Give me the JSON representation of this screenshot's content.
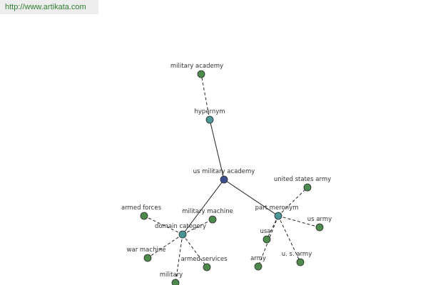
{
  "header": {
    "url": "http://www.artikata.com"
  },
  "colors": {
    "center": "#3d4f91",
    "relation": "#4a9596",
    "leaf": "#4e8a4e"
  },
  "nodes": [
    {
      "id": "center",
      "label": "us military academy",
      "kind": "center"
    },
    {
      "id": "hypernym",
      "label": "hypernym",
      "kind": "relation"
    },
    {
      "id": "part_meronym",
      "label": "part meronym",
      "kind": "relation"
    },
    {
      "id": "domain_category",
      "label": "domain category",
      "kind": "relation"
    },
    {
      "id": "military_academy",
      "label": "military academy",
      "kind": "leaf"
    },
    {
      "id": "united_states_army",
      "label": "united states army",
      "kind": "leaf"
    },
    {
      "id": "us_army",
      "label": "us army",
      "kind": "leaf"
    },
    {
      "id": "usa",
      "label": "usa",
      "kind": "leaf"
    },
    {
      "id": "army",
      "label": "army",
      "kind": "leaf"
    },
    {
      "id": "u_s_army",
      "label": "u. s. army",
      "kind": "leaf"
    },
    {
      "id": "armed_forces",
      "label": "armed forces",
      "kind": "leaf"
    },
    {
      "id": "military_machine",
      "label": "military machine",
      "kind": "leaf"
    },
    {
      "id": "war_machine",
      "label": "war machine",
      "kind": "leaf"
    },
    {
      "id": "armed_services",
      "label": "armed services",
      "kind": "leaf"
    },
    {
      "id": "military",
      "label": "military",
      "kind": "leaf"
    }
  ],
  "edges": [
    {
      "from": "center",
      "to": "hypernym",
      "style": "solid"
    },
    {
      "from": "center",
      "to": "part_meronym",
      "style": "solid"
    },
    {
      "from": "center",
      "to": "domain_category",
      "style": "solid"
    },
    {
      "from": "hypernym",
      "to": "military_academy",
      "style": "dashed"
    },
    {
      "from": "part_meronym",
      "to": "united_states_army",
      "style": "dashed"
    },
    {
      "from": "part_meronym",
      "to": "us_army",
      "style": "dashed"
    },
    {
      "from": "part_meronym",
      "to": "usa",
      "style": "dashed"
    },
    {
      "from": "part_meronym",
      "to": "army",
      "style": "dashed"
    },
    {
      "from": "part_meronym",
      "to": "u_s_army",
      "style": "dashed"
    },
    {
      "from": "domain_category",
      "to": "armed_forces",
      "style": "dashed"
    },
    {
      "from": "domain_category",
      "to": "military_machine",
      "style": "dashed"
    },
    {
      "from": "domain_category",
      "to": "war_machine",
      "style": "dashed"
    },
    {
      "from": "domain_category",
      "to": "armed_services",
      "style": "dashed"
    },
    {
      "from": "domain_category",
      "to": "military",
      "style": "dashed"
    }
  ]
}
